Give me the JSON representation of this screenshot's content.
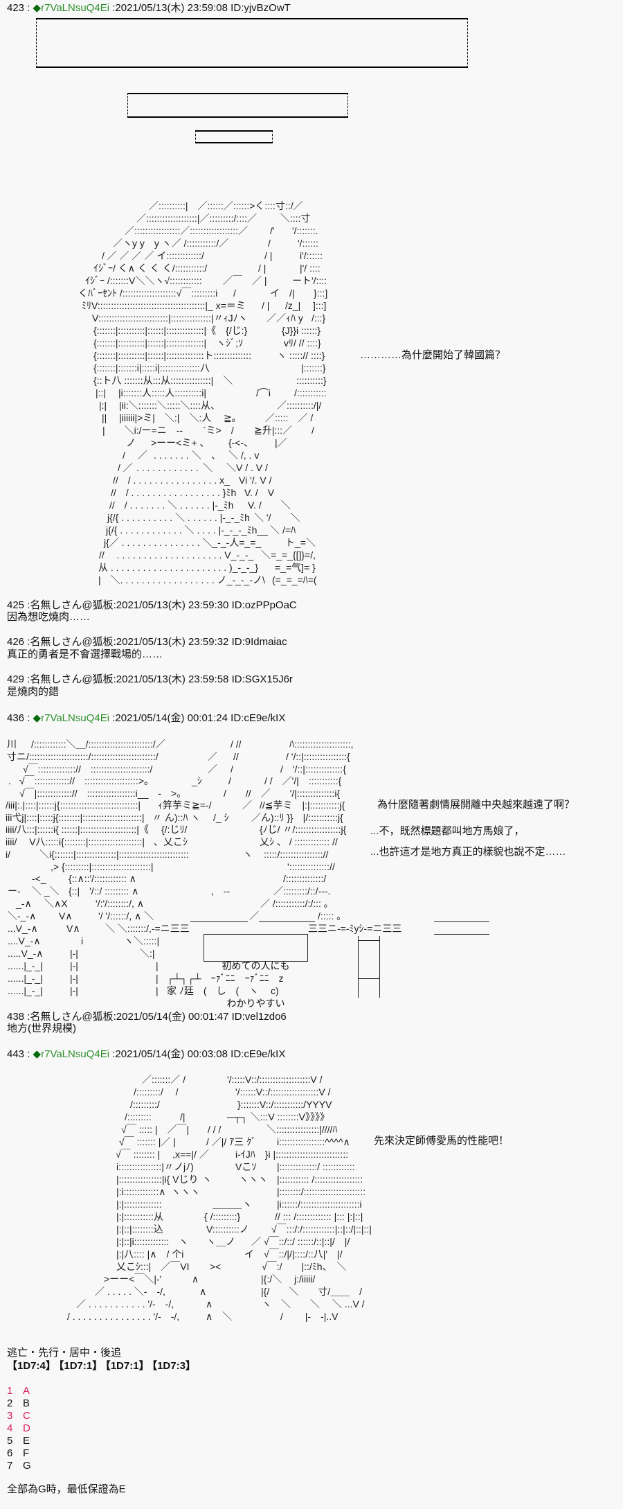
{
  "colors": {
    "background": "#f8f8f8",
    "text": "#111111",
    "trip_mark": "#0b6b0b",
    "trip_name": "#2f8f2f",
    "highlight": "#d81b5a"
  },
  "posts": {
    "p423": {
      "number": "423",
      "sep": " : ",
      "trip_mark": "◆",
      "name": "r7VaLNsuQ4Ei",
      "meta": " :2021/05/13(木) 23:59:08 ID:yjvBzOwT",
      "aside": [
        "…………為什麼開始了韓國篇？"
      ],
      "aa": [
        [
          "／::::::::::|　／::::::／::::::>く::::寸::/／"
        ],
        [
          "／:::::::::::::::::::|／:::::::::/::::／",
          "＼::::寸"
        ],
        [
          "／:::::::::::::::::／::::::::::::::::::／",
          "/'",
          "'/:::::::."
        ],
        [
          "／ヽy y　y ヽ／ /:::::::::::/／",
          "/",
          "'/::::::"
        ],
        [
          "/ ／ ／ ／ ／ イ:::::::::::::/",
          "/ |",
          "i'/::::::"
        ],
        [
          "ｲｼﾞｰ/ く∧ く く く/:::::::::::/",
          "/ |",
          "|'/ ::::"
        ],
        [
          "ｲｼﾞｰ /:::::::V＼＼ヽ√::::::::::::",
          "／￣　／ |",
          "ート'/::::"
        ],
        [
          "くﾊﾞｰｾﾝﾄ /::::::::::::::::::::√￣:::::::::i",
          "/",
          "イ　/|",
          "}:::]"
        ],
        [
          "ﾐﾘV::::::::::::::::::::::::::::::::::::::::|_ x=＝ミ",
          "/ |",
          "/z_|",
          "]:::]"
        ],
        [
          "V::::::::::::::::::::::::::|:::::::::::::::|〃ｨJﾉヽ",
          "／／ｨﾊ y",
          "/:::}"
        ],
        [
          "{:::::::|::::::::::|::::::|::::::::::::::|《　{/じ:}",
          "{J}}i ::::::}"
        ],
        [
          "{:::::::|::::::::::|::::::|::::::::::::::|　ヽｼﾞ;ｿ",
          "vﾘ/ // ::::}"
        ],
        [
          "{:::::::|::::::::::|::::::|::::::::::::::ト::::::::::::::",
          "ヽ :::::// ::::}"
        ],
        [
          "{:::::::|:::::::i|:::::i|:::::::::::::::八",
          "|:::::::}"
        ],
        [
          "{::ト八 :::::::从:::从:::::::::::::::|　＼",
          "::::::::::}"
        ],
        [
          "|::|　 |i:::::::人:::::人::::::::::i|",
          "/⌒i",
          "/:::::::::::"
        ],
        [
          "|:|　 |ii:＼:::::::＼:::::＼::::从、",
          "／::::::::::/|/"
        ],
        [
          "||　 |iiiiii|>ミ|　＼:|　＼:人",
          "≧｡",
          "／:::::　／ /"
        ],
        [
          "|　　＼i:/ー=ニ　--",
          "`ミ>　/",
          "≧升|:::／",
          "/"
        ],
        [
          "ノ",
          ">ーー<ミ+ 、",
          "{-<-、",
          "|／"
        ],
        [
          "/　 ／",
          ". . . . . . .",
          "＼　、",
          "＼ /, . v"
        ],
        [
          "/ ／",
          ". . . . . . . . . . . .",
          "＼",
          "＼V / . V /"
        ],
        [
          "//　/ . . . . . . . . . . . . . . . . x_",
          "Vi '/. V /"
        ],
        [
          "//　/ . . . . . . . . . . . . . . . . . }ﾐh",
          "V. /　V"
        ],
        [
          "//　/ . . . . . . . ＼ . . . . . . |-_ﾐh",
          "V. /　　＼"
        ],
        [
          "j{/{ . . . . . . . . . . ＼ . . . . . . |-_-_ﾐh",
          "＼ '/　　＼"
        ],
        [
          "j{/{ . . . . . . . . . . . . ＼ . . . . |-_-_-_ﾐh__",
          "＼",
          "/=ﾊ"
        ],
        [
          "j{／ . . . . . . . . . . . . . . . ＼_-_-人=_=_",
          "ト_=＼"
        ],
        [
          "//　 . . . . . . . . . . . . . . . . . . . . V_-_-_",
          "＼=_=_{[]}=/,"
        ],
        [
          "从 . . . . . . . . . . . . . . . . . . . . . . )_-_-_}",
          "=_=气]= }"
        ],
        [
          "|　＼. . . . . . . . . . . . . . . . . . ノ_-_-_-ノ\\",
          "(=_=_=ﾊ=("
        ]
      ]
    },
    "p425": {
      "number": "425",
      "sep": " :",
      "name": "名無しさん@狐板",
      "meta": ":2021/05/13(木) 23:59:30 ID:ozPPpOaC",
      "body": "因為想吃燒肉……"
    },
    "p426": {
      "number": "426",
      "sep": " :",
      "name": "名無しさん@狐板",
      "meta": ":2021/05/13(木) 23:59:32 ID:9Idmaiac",
      "body": "真正的勇者是不會選擇戰場的……"
    },
    "p429": {
      "number": "429",
      "sep": " :",
      "name": "名無しさん@狐板",
      "meta": ":2021/05/13(木) 23:59:58 ID:SGX15J6r",
      "body": "是燒肉的錯"
    },
    "p436": {
      "number": "436",
      "sep": " : ",
      "trip_mark": "◆",
      "name": "r7VaLNsuQ4Ei",
      "meta": " :2021/05/14(金) 00:01:24 ID:cE9e/kIX",
      "aside": [
        "為什麼隨著劇情展開離中央越來越遠了啊？",
        "...不，既然標題都叫地方馬娘了，",
        "...也許這才是地方真正的樣貌也說不定……"
      ],
      "banner": [
        "初めての人にも",
        "わかりやすい"
      ],
      "aa": [
        [
          "川",
          "/::::::::::::＼＿/::::::::::::::::::::::::/／",
          "/ //",
          "ﾊ:::::::::::::::::::::,"
        ],
        [
          "寸ニ/::::::::::::::::::::::/::::::::::::::::::::::::/",
          "／",
          "//",
          "/ '/::|::::::::::::::::{"
        ],
        [
          "√￣:::::::::::::://　::::::::::::::::::::::/",
          "／",
          "/",
          "/　'/::|::::::::::::::{"
        ],
        [
          ".",
          "√￣::::::::::::://　::::::::::::::::::::>｡",
          "_ｼ",
          "/",
          "/ /　／'/|　:::::::::::{"
        ],
        [
          "√￣|::::::::::::://　::::::::::::::::::i__　-　>｡",
          "/　　//　／　　'/|::::::::::::::i{"
        ],
        [
          "/iii|:.|::::|::::::j{:::::::::::::::::::::::::::::|",
          "ｨ笄芋ミ≧=-/",
          "／",
          "//≦芋ミ　|:|:::::::::::j{"
        ],
        [
          "iii弋j|::::|:::::j{::::::::|::::::::::::::::::::::|",
          "〃 ん)::ﾊ ヽ",
          "/_ ｼ",
          "／ん)::ﾘ }}　|/:::::::::::j{"
        ],
        [
          "iiii/八:::|::::::i{ ::::::|:::::::::::::::::::::|《",
          "{/:じﾘ/",
          "{ﾉじ/ 〃/:::::::::::::::::j{"
        ],
        [
          "iiii/　 V八:::::i{::::::::|::::::::::::::::::::|",
          "、乂こｼ",
          "乂ｼ 、 / ::::::::::::: //"
        ],
        [
          "i/　　　＼i{:::::::|:::::::::::::::|::::::::::::::::::::::::::",
          "ヽ",
          ":::::/:::::::::::::::://"
        ],
        [
          ",> {:::::::::|::::::::::::::::::::::|",
          "'::::::::::::::://"
        ],
        [
          "-<_",
          "{::∧::'/:::::::::::: ∧",
          "/::::::::::::::/"
        ],
        [
          "ー-",
          "＼ _＼",
          "{::|　'/::/ ::::::::: ∧",
          ",　--",
          "／:::::::::/::/---."
        ],
        [
          "_-∧",
          "＼∧X",
          "'/:'/::::::::/, ∧",
          "／ /:::::::::::/:/::: ｡"
        ],
        [
          "＼-_-∧",
          "V∧",
          "'/ '/::::::/, ∧ ＼",
          "／",
          "/::::: ｡"
        ],
        [
          "...V_-∧",
          "V∧",
          "＼ ＼:::::::/,-=ニ三三",
          "三三ニ-=-ﾐyｼ-=ニ三三"
        ],
        [
          "....V_-∧",
          "i",
          "ヽ＼:::::|"
        ],
        [
          ".....V_-∧",
          "|-|",
          "＼:|"
        ],
        [
          "......|_-_|",
          "|-|",
          "|"
        ],
        [
          "......|_-_|",
          "|-|",
          "|",
          "┌┴┐┌┴　ｰｧﾞﾆﾆ　ｰｧﾞﾆﾆ　z"
        ],
        [
          "......|_-_|",
          "|-|",
          "|",
          "家 ﾉ廷　(　し　(　ヽ　 c)"
        ]
      ]
    },
    "p438": {
      "number": "438",
      "sep": " :",
      "name": "名無しさん@狐板",
      "meta": ":2021/05/14(金) 00:01:47 ID:vel1zdo6",
      "body": "地方(世界規模)"
    },
    "p443": {
      "number": "443",
      "sep": " : ",
      "trip_mark": "◆",
      "name": "r7VaLNsuQ4Ei",
      "meta": " :2021/05/14(金) 00:03:08 ID:cE9e/kIX",
      "aside": [
        "先來決定師傅愛馬的性能吧！"
      ],
      "aa": [
        [
          "／:::::::／ /",
          "'/:::::V::/:::::::::::::::::::V /"
        ],
        [
          "/:::::::::/　 /",
          "'/::::::V::/::::::::::::::::::V /"
        ],
        [
          "/:::::::::/",
          "}:::::::V::/:::::::::::/YYYV"
        ],
        [
          "/:::::::::",
          "/|",
          "─┬┐ ＼:::V ::::::::V》》》》"
        ],
        [
          "√￣ ::::: |　／￣|",
          "/ / /",
          "＼::::::::::::::::|////ﾊ"
        ],
        [
          "√￣ ::::::: |／ |",
          "/ ／|/ ｱ三 ｸﾞ",
          "i:::::::::::::::::^^^^∧"
        ],
        [
          "√￣ :::::::: |　 ,x==|/ ／",
          "i-ｲJﾊ　}i |:::::::::::::::::::::::::::"
        ],
        [
          "i::::::::::::::::|〃ノjﾉ)",
          "Vこｿ",
          "|::::::::::::::/ ::::::::::::"
        ],
        [
          "|::::::::::::::::|i{ Vじり",
          "ヽ",
          "ヽヽヽ",
          "|::::::::::: /::::::::::::::::::"
        ],
        [
          "|:i:::::::::::::∧",
          "ヽヽヽ",
          "|::::::::/:::::::::::::::::::::::"
        ],
        [
          "|:|::::::::::::::",
          "＿＿＿",
          "ヽ",
          "|i::::::/::::::::::::::::::::::i"
        ],
        [
          "|:|:::::::::::从",
          "{ /:::::::::}",
          "// ::: /::::::::::::: |::: |:|::|"
        ],
        [
          "|:|::|::::::::込",
          "V::::::::::ノ",
          "√￣:::/:/::::::::::::|::|::/|::|::|"
        ],
        [
          "|:|::|i:::::::::::::",
          "ヽ",
          "ヽ＿ノ",
          "／ √￣::/::/ ::::::/::|::|/　|/"
        ],
        [
          "|:|八:::: |∧　/ 个i",
          "イ　√￣::/|/|::::/::八|'　|/"
        ],
        [
          "乂こｼ:::|　／￣VI",
          "><",
          "√￣:/　　|::/ﾐh、　＼"
        ],
        [
          ">ーー<￣＼|-'",
          "∧",
          "|{:/＼　 j:/iiiii/"
        ],
        [
          "／ . . . . . ＼-　-/,",
          "∧",
          "|{/　　＼　　寸/＿＿　/"
        ],
        [
          "／ . . . . . . . . . . . '/-　-/,",
          "∧",
          "ヽ　＼　　＼　 ＼ ...V /"
        ],
        [
          "/ . . . . . . . . . . . . . . . '/-　-/,",
          "∧　＼",
          "/　　 |-　-|..V"
        ]
      ],
      "style_line": "逃亡・先行・居中・後追",
      "dice": [
        "【1D7:4】",
        "【1D7:1】",
        "【1D7:1】",
        "【1D7:3】"
      ],
      "grades": [
        {
          "num": "1",
          "grade": "A",
          "highlighted": true
        },
        {
          "num": "2",
          "grade": "B",
          "highlighted": false
        },
        {
          "num": "3",
          "grade": "C",
          "highlighted": true
        },
        {
          "num": "4",
          "grade": "D",
          "highlighted": true
        },
        {
          "num": "5",
          "grade": "E",
          "highlighted": false
        },
        {
          "num": "6",
          "grade": "F",
          "highlighted": false
        },
        {
          "num": "7",
          "grade": "G",
          "highlighted": false
        }
      ],
      "note": "全部為G時，最低保證為E"
    }
  }
}
